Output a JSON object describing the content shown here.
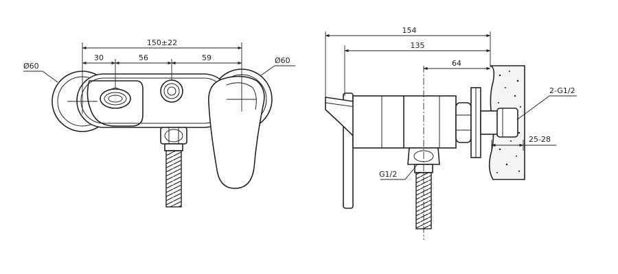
{
  "front_view": {
    "dim_overall": "150±22",
    "dim_left": "30",
    "dim_middle": "56",
    "dim_right": "59",
    "dia_left": "Ø60",
    "dia_right": "Ø60"
  },
  "side_view": {
    "dim_total": "154",
    "dim_body": "135",
    "dim_outlet": "64",
    "thread_inlet": "2-G1/2",
    "wall_range": "25-28",
    "thread_outlet": "G1/2"
  }
}
